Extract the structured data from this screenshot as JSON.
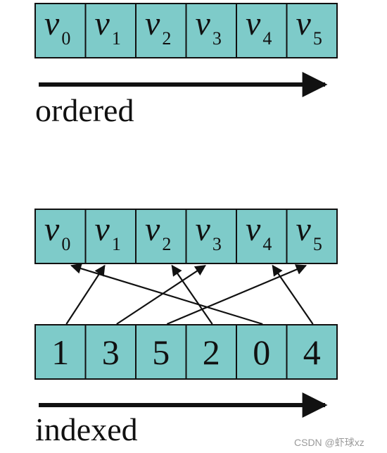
{
  "ordered_section": {
    "cells": [
      {
        "base": "v",
        "sub": "0"
      },
      {
        "base": "v",
        "sub": "1"
      },
      {
        "base": "v",
        "sub": "2"
      },
      {
        "base": "v",
        "sub": "3"
      },
      {
        "base": "v",
        "sub": "4"
      },
      {
        "base": "v",
        "sub": "5"
      }
    ],
    "caption": "ordered"
  },
  "indexed_section": {
    "vertices": [
      {
        "base": "v",
        "sub": "0"
      },
      {
        "base": "v",
        "sub": "1"
      },
      {
        "base": "v",
        "sub": "2"
      },
      {
        "base": "v",
        "sub": "3"
      },
      {
        "base": "v",
        "sub": "4"
      },
      {
        "base": "v",
        "sub": "5"
      }
    ],
    "indices": [
      "1",
      "3",
      "5",
      "2",
      "0",
      "4"
    ],
    "caption": "indexed"
  },
  "watermark": "CSDN @虾球xz",
  "colors": {
    "cell_fill": "#7ecbc9",
    "stroke": "#111111"
  }
}
